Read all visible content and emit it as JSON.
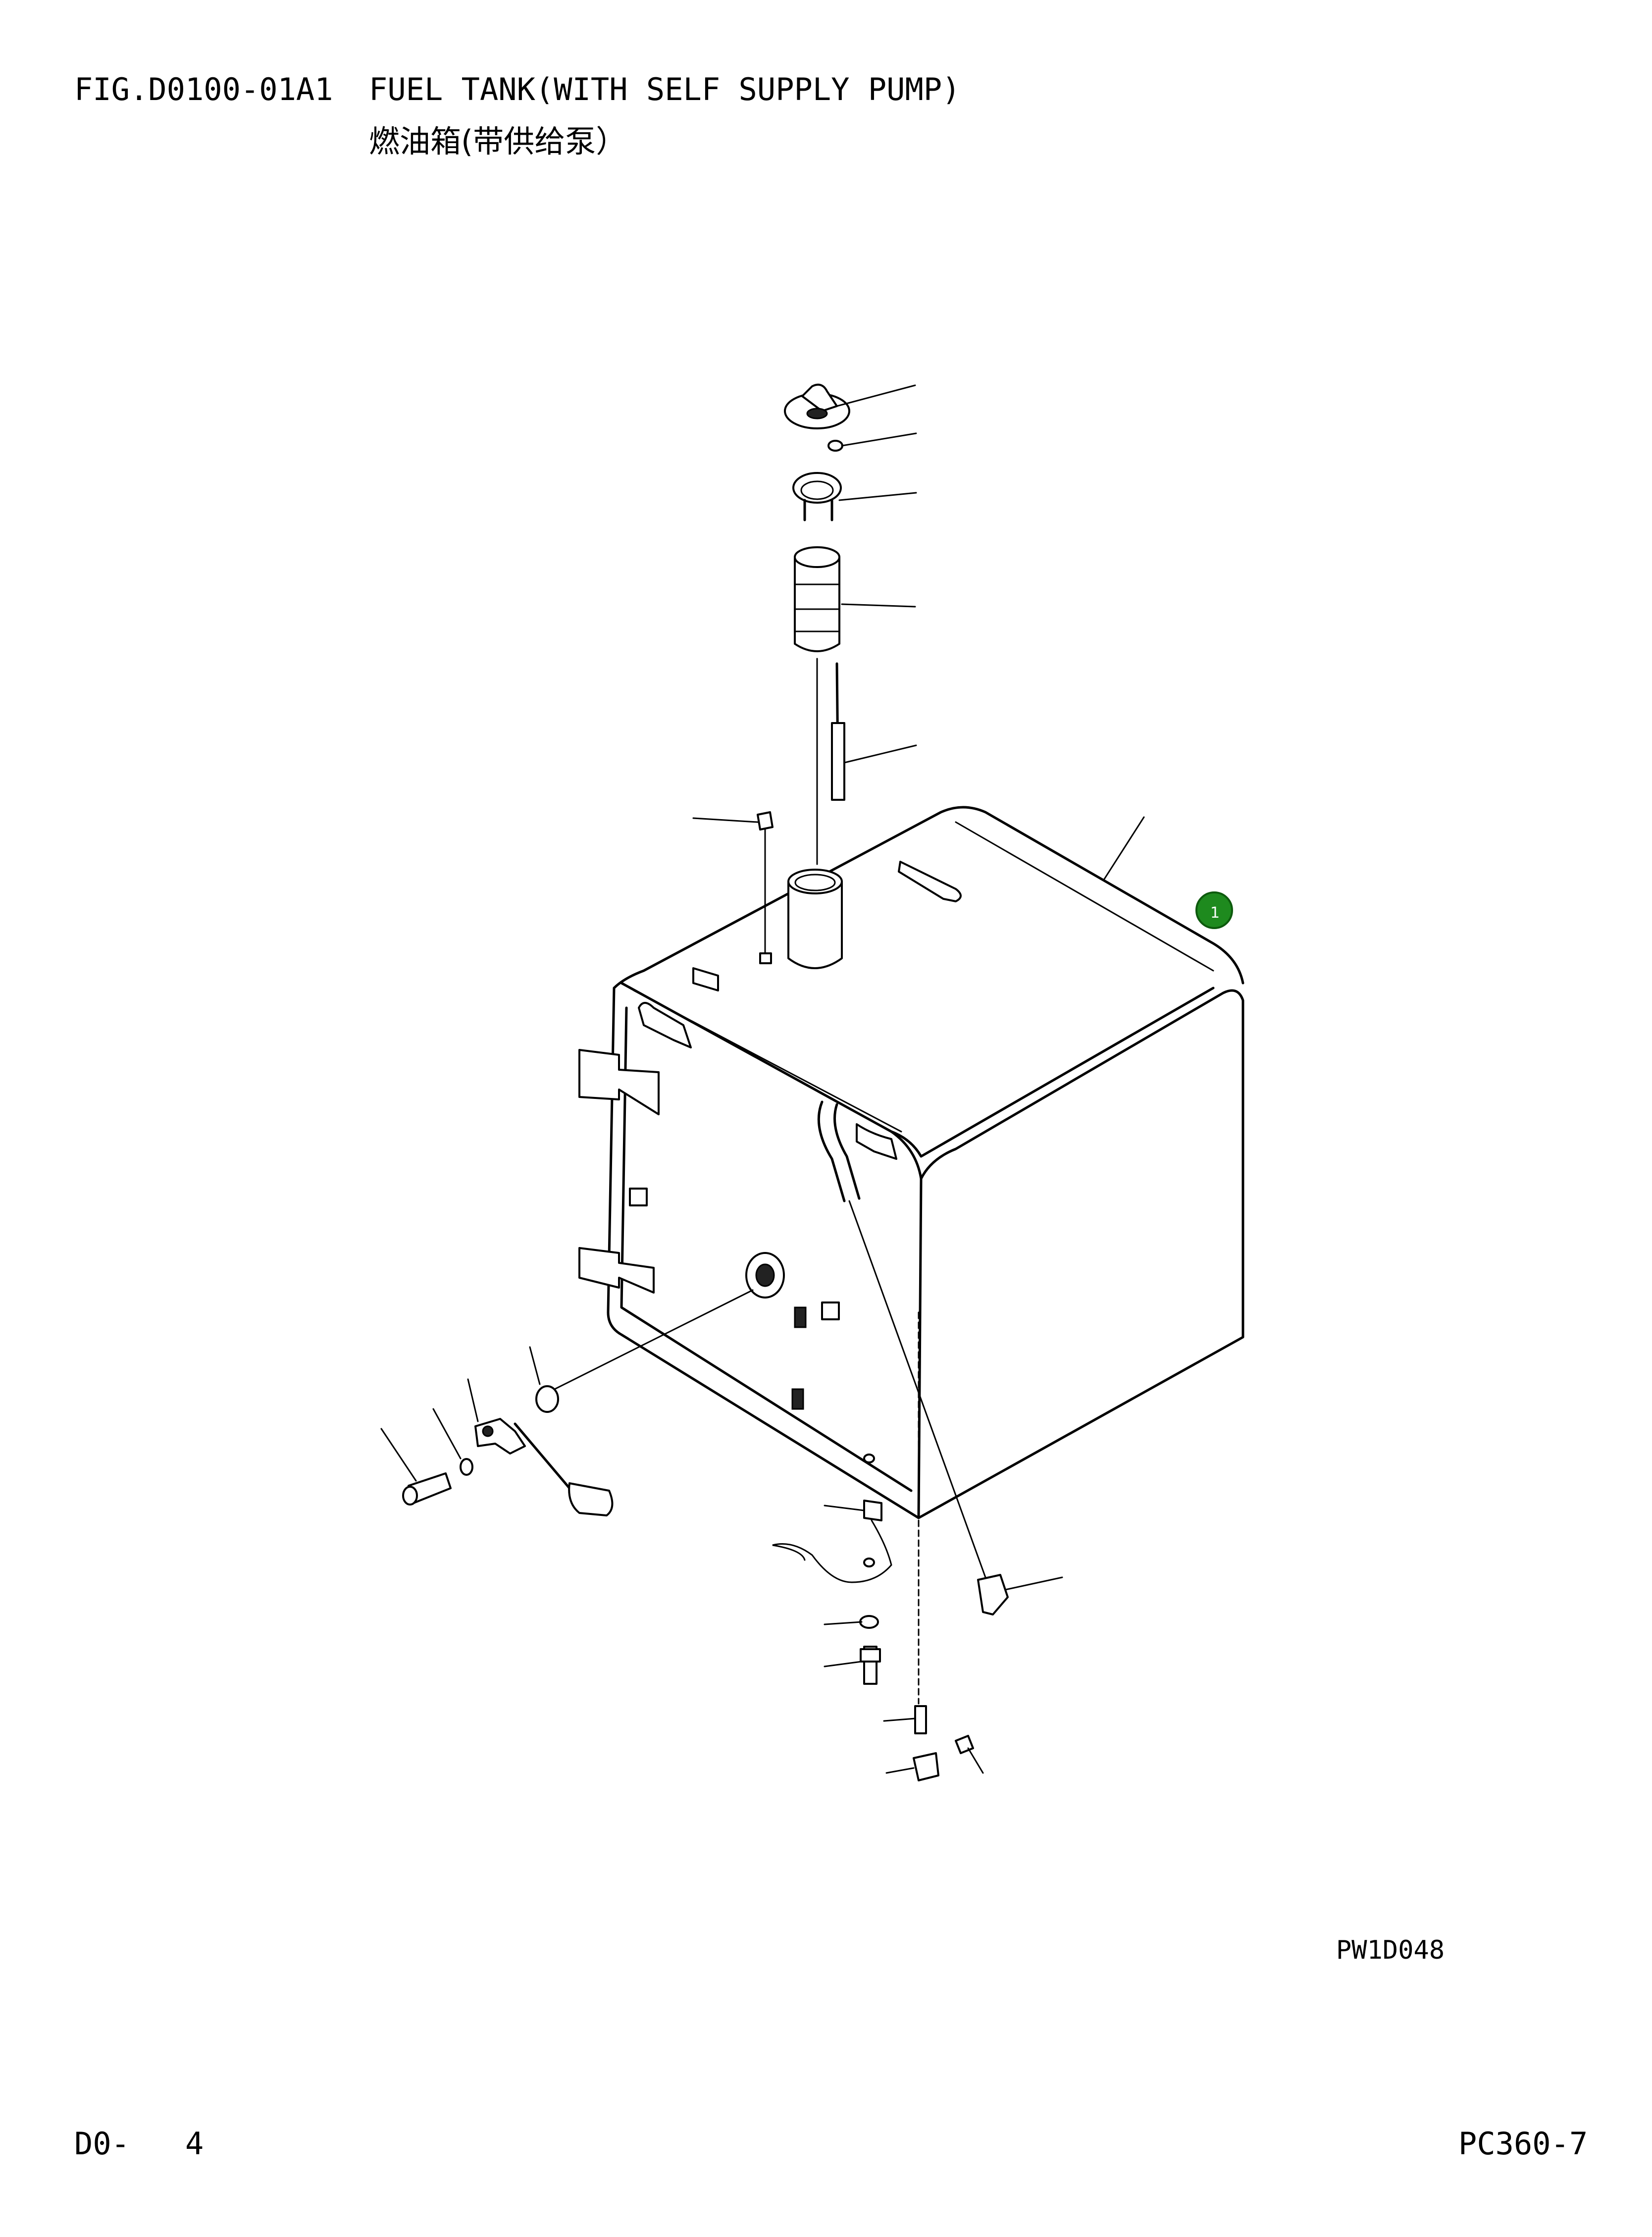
{
  "header": {
    "figure_code": "FIG.D0100-01A1",
    "title_en": "FUEL TANK(WITH SELF SUPPLY PUMP)",
    "title_cn": "燃油箱(带供给泵）"
  },
  "drawing_id": "PW1D048",
  "footer": {
    "page": "D0-   4",
    "model": "PC360-7"
  },
  "callouts": [
    {
      "label": "1",
      "color": "#1e8a1e"
    }
  ]
}
